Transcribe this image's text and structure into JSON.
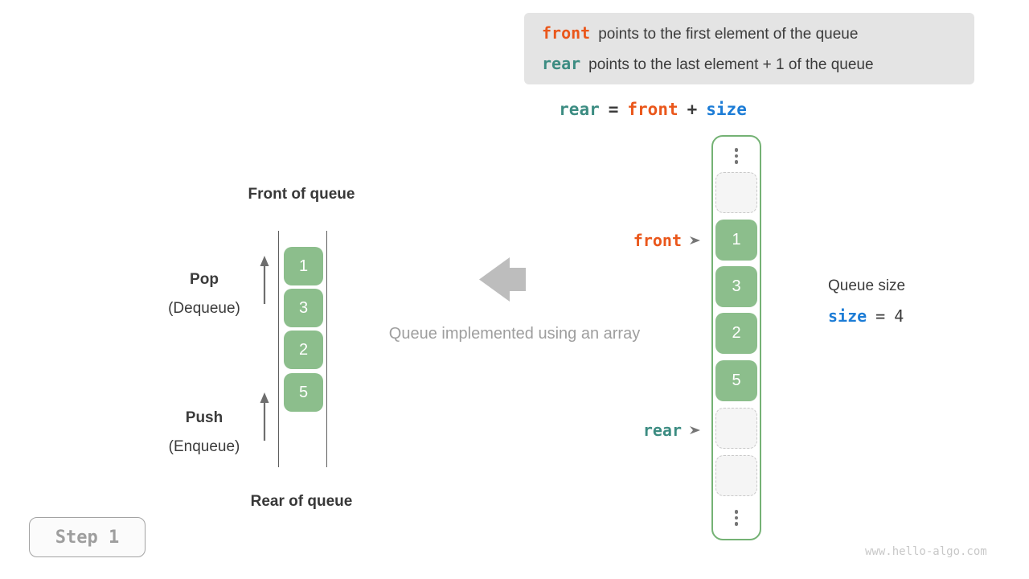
{
  "legend": {
    "line1_token": "front",
    "line1_text": "points to the first element of the queue",
    "line2_token": "rear",
    "line2_text": "points to the last element + 1 of the queue"
  },
  "formula": {
    "lhs": "rear",
    "eq": "=",
    "rhs1": "front",
    "plus": "+",
    "rhs2": "size"
  },
  "queue": {
    "front_label": "Front of queue",
    "rear_label": "Rear of queue",
    "pop_label": "Pop",
    "pop_sub": "(Dequeue)",
    "push_label": "Push",
    "push_sub": "(Enqueue)",
    "values": [
      "1",
      "3",
      "2",
      "5"
    ]
  },
  "caption": "Queue implemented using an array",
  "array": {
    "front_pointer": "front",
    "rear_pointer": "rear",
    "cells": [
      {
        "type": "ellipsis"
      },
      {
        "type": "empty"
      },
      {
        "type": "value",
        "value": "1"
      },
      {
        "type": "value",
        "value": "3"
      },
      {
        "type": "value",
        "value": "2"
      },
      {
        "type": "value",
        "value": "5"
      },
      {
        "type": "empty"
      },
      {
        "type": "empty"
      },
      {
        "type": "ellipsis"
      }
    ]
  },
  "size_info": {
    "title": "Queue size",
    "var": "size",
    "eq": "=",
    "value": "4"
  },
  "step_label": "Step 1",
  "watermark": "www.hello-algo.com",
  "colors": {
    "front_accent": "#ea571b",
    "rear_accent": "#3c8c82",
    "size_accent": "#1c7cd6",
    "cell_green": "#8cbe8c",
    "array_border_green": "#74b274",
    "legend_bg": "#e4e4e4",
    "muted_gray": "#9e9e9e"
  }
}
